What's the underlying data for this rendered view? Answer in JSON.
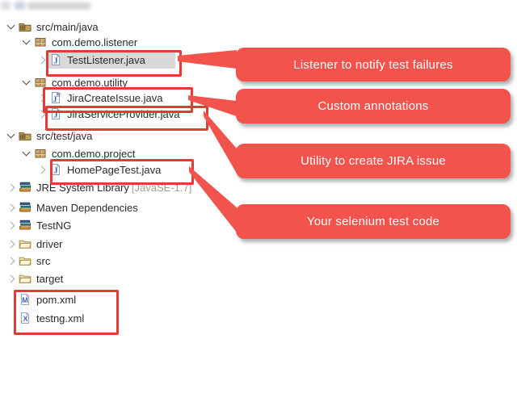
{
  "colors": {
    "callout_red": "#f2534d",
    "box_border_red": "#e23c35",
    "selection_grey": "#d8d8d8",
    "label_text": "#2a2a2a",
    "decoration_text": "#a0a08c",
    "background": "#ffffff"
  },
  "icons": {
    "java_glyph": "J",
    "annotation_glyph": "@",
    "pom_glyph": "M",
    "xml_glyph": "X"
  },
  "tree": {
    "rows": [
      {
        "label": "",
        "icon": "blurred-project-icon",
        "state": "redacted"
      },
      {
        "label": "src/main/java",
        "icon": "source-folder-icon",
        "state": "expanded"
      },
      {
        "label": "com.demo.listener",
        "icon": "package-icon",
        "state": "expanded"
      },
      {
        "label": "TestListener.java",
        "icon": "java-file-icon",
        "state": "collapsed",
        "selected": true,
        "annotated": true
      },
      {
        "label": "com.demo.utility",
        "icon": "package-icon",
        "state": "expanded"
      },
      {
        "label": "JiraCreateIssue.java",
        "icon": "java-annotation-file-icon",
        "state": "collapsed",
        "annotated": true
      },
      {
        "label": "JiraServiceProvider.java",
        "icon": "java-file-icon",
        "state": "collapsed",
        "annotated": true
      },
      {
        "label": "src/test/java",
        "icon": "source-folder-icon",
        "state": "expanded"
      },
      {
        "label": "com.demo.project",
        "icon": "package-icon",
        "state": "expanded"
      },
      {
        "label": "HomePageTest.java",
        "icon": "java-file-icon",
        "state": "collapsed",
        "annotated": true
      },
      {
        "label": "JRE System Library",
        "decoration": "[JavaSE-1.7]",
        "icon": "library-icon",
        "state": "collapsed"
      },
      {
        "label": "Maven Dependencies",
        "icon": "library-icon",
        "state": "collapsed"
      },
      {
        "label": "TestNG",
        "icon": "library-icon",
        "state": "collapsed"
      },
      {
        "label": "driver",
        "icon": "folder-icon",
        "state": "collapsed"
      },
      {
        "label": "src",
        "icon": "folder-icon",
        "state": "collapsed"
      },
      {
        "label": "target",
        "icon": "folder-icon",
        "state": "collapsed"
      },
      {
        "label": "pom.xml",
        "icon": "pom-file-icon",
        "annotated": true
      },
      {
        "label": "testng.xml",
        "icon": "xml-file-icon",
        "annotated": true
      }
    ]
  },
  "callouts": [
    {
      "label": "Listener to notify test failures",
      "target": "TestListener.java"
    },
    {
      "label": "Custom annotations",
      "target": "JiraCreateIssue.java"
    },
    {
      "label": "Utility to create JIRA issue",
      "target": "JiraServiceProvider.java"
    },
    {
      "label": "Your selenium test code",
      "target": "HomePageTest.java"
    }
  ]
}
